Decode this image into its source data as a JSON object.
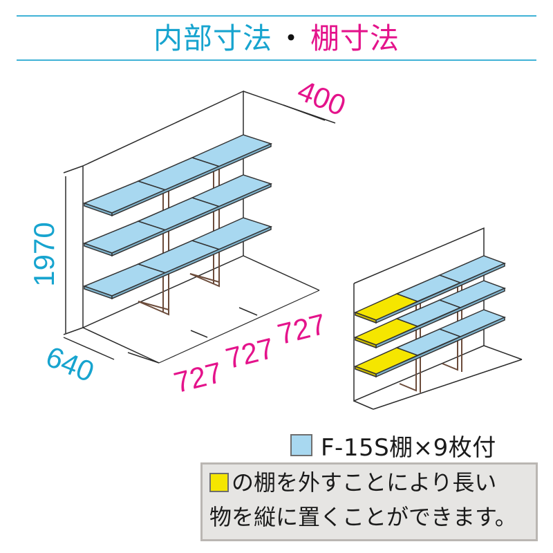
{
  "header": {
    "title_part1": "内部寸法",
    "separator": "・",
    "title_part2": "棚寸法"
  },
  "dimensions": {
    "height": "1970",
    "depth": "640",
    "shelf_depth": "400",
    "shelf_widths": [
      "727",
      "727",
      "727"
    ]
  },
  "legend": {
    "label": "F-15S棚×9枚付",
    "color": "#a8d8f0"
  },
  "note": {
    "line1": "の棚を外すことにより長い",
    "line2": "物を縦に置くことができます。",
    "swatch_color": "#f5e600"
  },
  "colors": {
    "cyan_text": "#17a4cf",
    "magenta_text": "#e4138b",
    "shelf_blue": "#a8d8f0",
    "shelf_yellow": "#f5e600",
    "post_brown": "#6b4b3a"
  }
}
